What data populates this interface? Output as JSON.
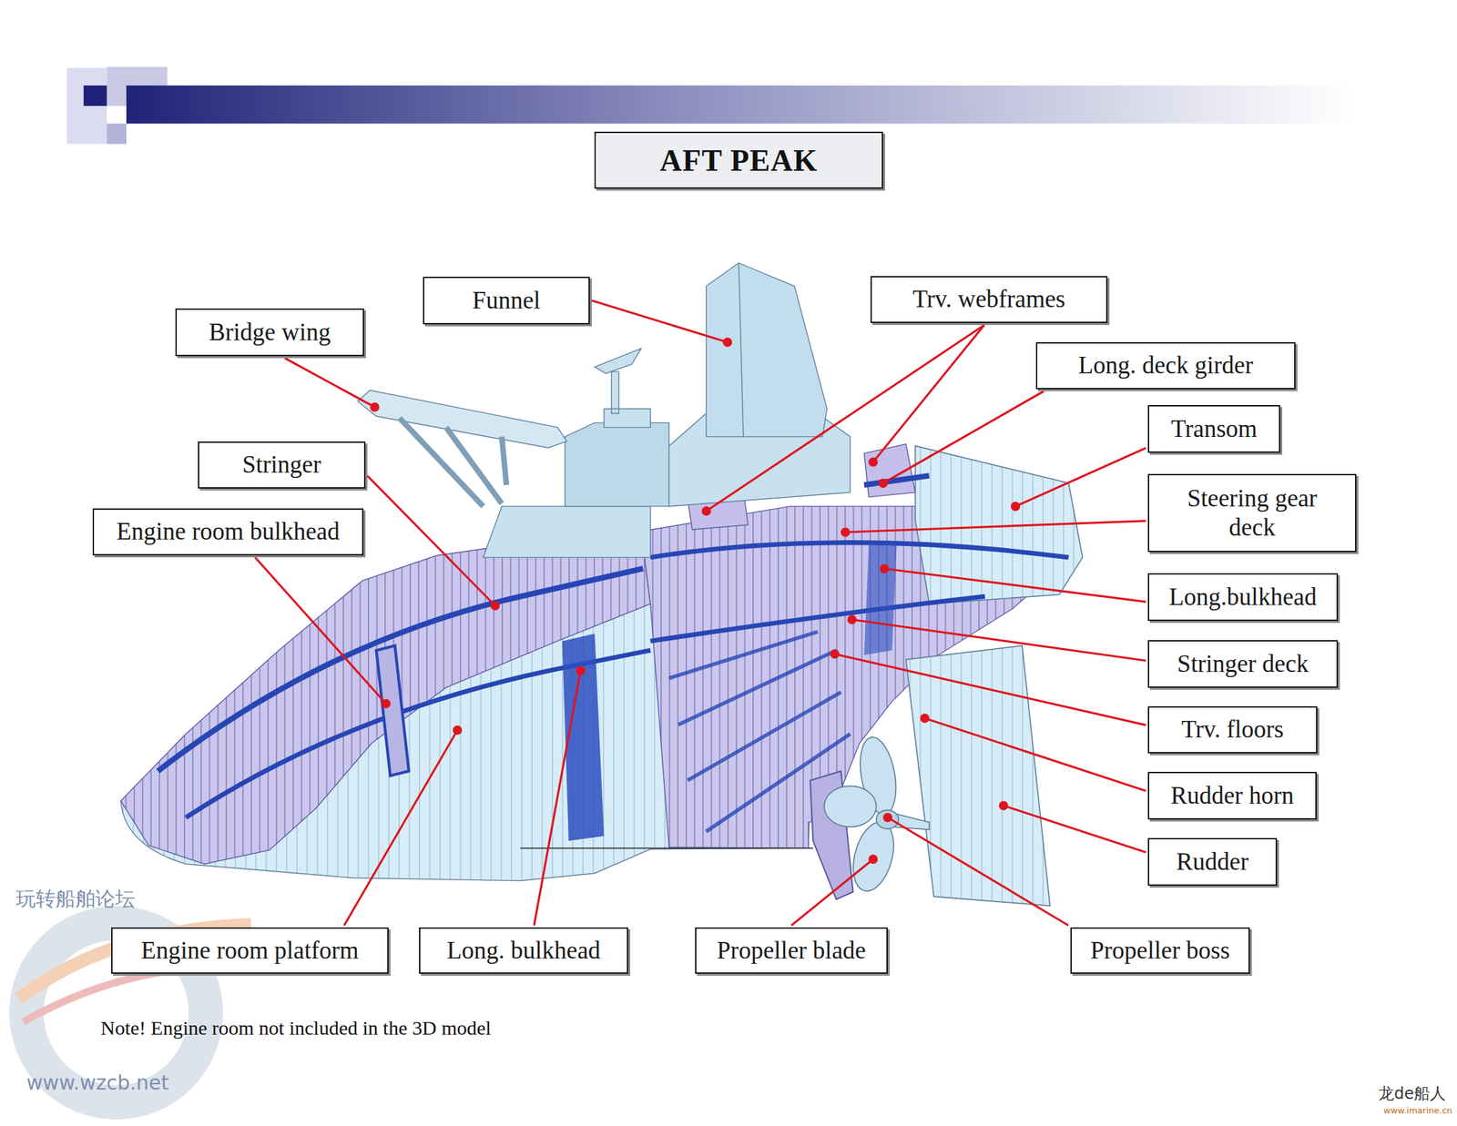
{
  "diagram": {
    "title": "AFT PEAK",
    "nodes": [
      {
        "text": [
          "Funnel"
        ]
      },
      {
        "text": [
          "Trv. webframes"
        ]
      },
      {
        "text": [
          "Bridge wing"
        ]
      },
      {
        "text": [
          "Long. deck girder"
        ]
      },
      {
        "text": [
          "Transom"
        ]
      },
      {
        "text": [
          "Stringer"
        ]
      },
      {
        "text": [
          "Steering gear deck"
        ]
      },
      {
        "text": [
          "Engine room bulkhead"
        ]
      },
      {
        "text": [
          "Long.bulkhead"
        ]
      },
      {
        "text": [
          "Stringer deck"
        ]
      },
      {
        "text": [
          "Trv. floors"
        ]
      },
      {
        "text": [
          "Rudder horn"
        ]
      },
      {
        "text": [
          "Rudder"
        ]
      },
      {
        "text": [
          "Engine room platform"
        ]
      },
      {
        "text": [
          "Long. bulkhead"
        ]
      },
      {
        "text": [
          "Propeller blade"
        ]
      },
      {
        "text": [
          "Propeller boss"
        ]
      }
    ],
    "labels": [
      "Note! Engine room not included in the 3D model",
      "玩转船舶论坛",
      "www.wzcb.net",
      "龙de船人",
      "www.imarine.cn"
    ]
  }
}
